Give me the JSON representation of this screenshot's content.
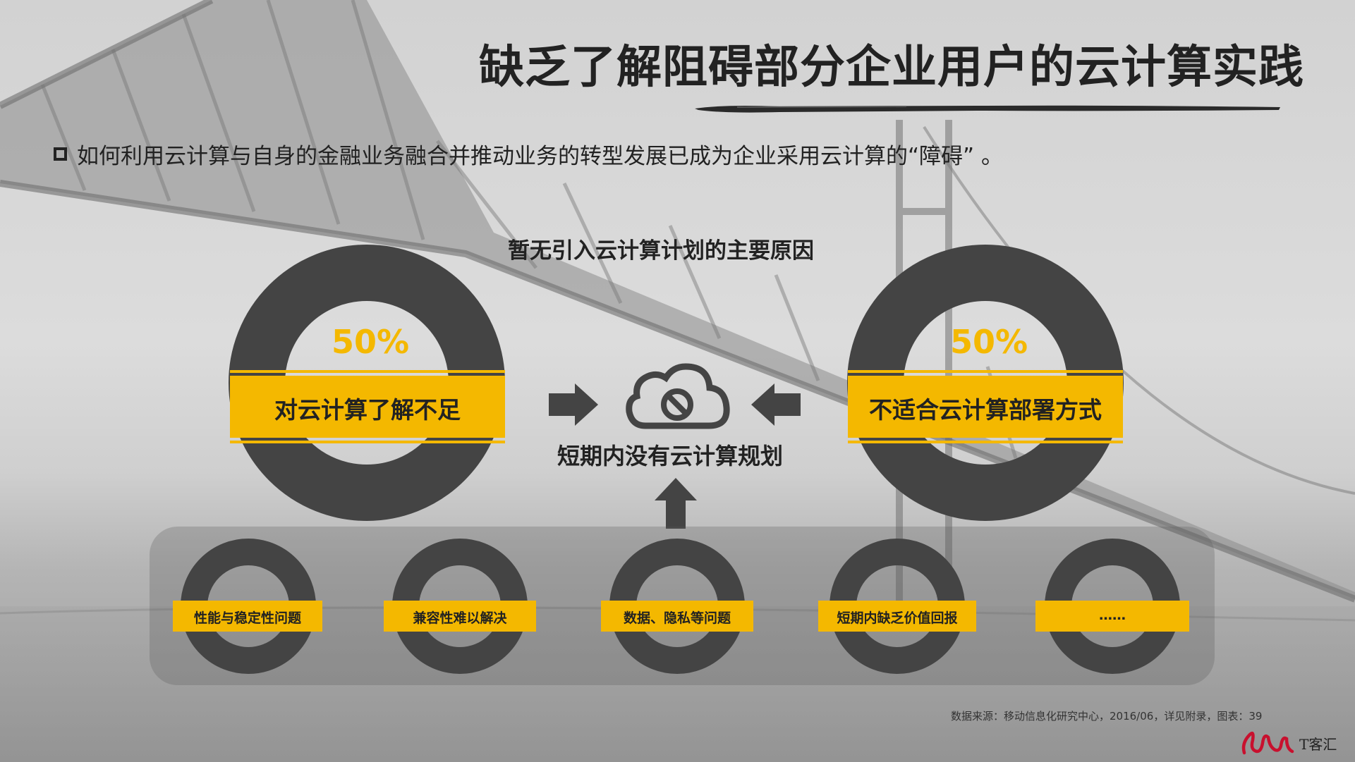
{
  "title": "缺乏了解阻碍部分企业用户的云计算实践",
  "bullet": "如何利用云计算与自身的金融业务融合并推动业务的转型发展已成为企业采用云计算的“障碍”  。",
  "chart_title": "暂无引入云计算计划的主要原因",
  "center_label": "短期内没有云计算规划",
  "chart_data": {
    "type": "pie",
    "title": "暂无引入云计算计划的主要原因",
    "categories": [
      "对云计算了解不足",
      "不适合云计算部署方式"
    ],
    "values": [
      50,
      50
    ],
    "value_labels": [
      "50%",
      "50%"
    ]
  },
  "other_reasons": [
    "性能与稳定性问题",
    "兼容性难以解决",
    "数据、隐私等问题",
    "短期内缺乏价值回报",
    "……"
  ],
  "source": "数据来源：移动信息化研究中心，2016/06，详见附录，图表：39",
  "logo_text": "T客汇",
  "colors": {
    "accent": "#f4b800",
    "ring": "#444444",
    "text": "#222222"
  }
}
